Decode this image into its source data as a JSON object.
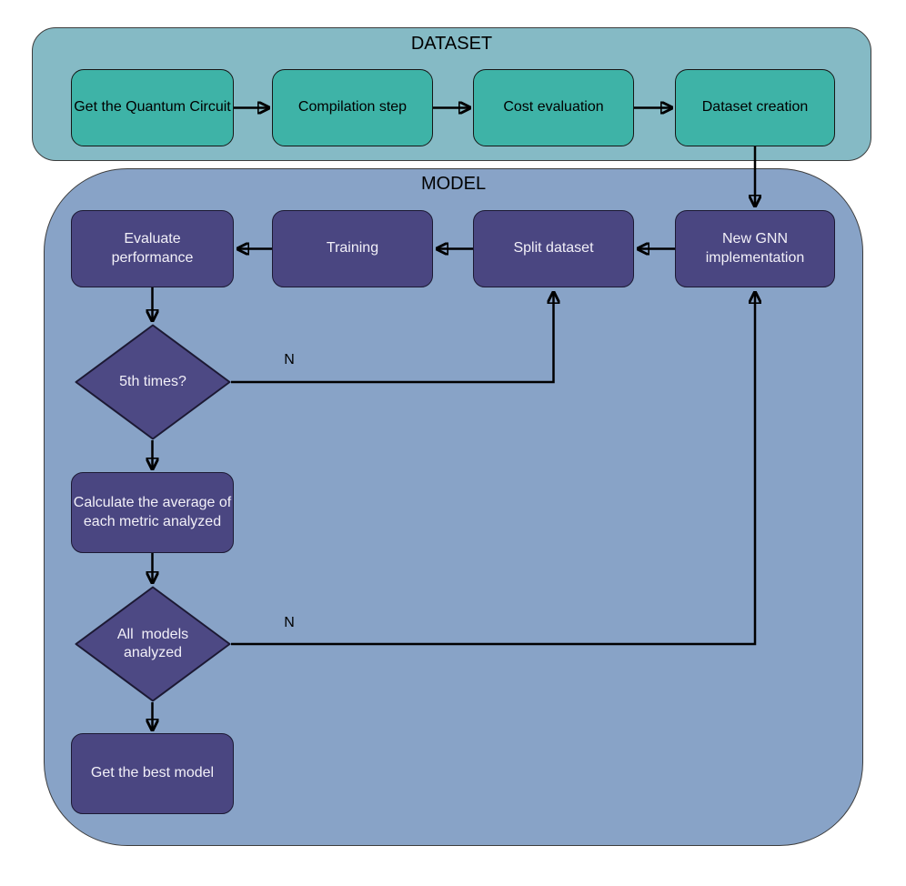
{
  "colors": {
    "page-bg": "#ffffff",
    "dataset-bg": "#85bac5",
    "dataset-node-fill": "#3eb3a7",
    "model-bg": "#88a3c7",
    "model-node-fill": "#4a4681",
    "diamond-fill": "#4d4984",
    "node-border": "#161616",
    "container-border": "#3d3d3d",
    "arrow-color": "#000000",
    "dark-text": "#000000",
    "light-text": "#f2f0f8"
  },
  "dataset": {
    "title": "DATASET",
    "nodes": [
      {
        "label": "Get the Quantum Circuit"
      },
      {
        "label": "Compilation step"
      },
      {
        "label": "Cost evaluation"
      },
      {
        "label": "Dataset creation"
      }
    ]
  },
  "model": {
    "title": "MODEL",
    "nodes": [
      {
        "label": "Evaluate performance"
      },
      {
        "label": "Training"
      },
      {
        "label": "Split dataset"
      },
      {
        "label": "New GNN implementation"
      },
      {
        "label": "Calculate the average of each metric analyzed"
      },
      {
        "label": "Get the best model"
      }
    ],
    "decisions": [
      {
        "label": "5th times?",
        "branch_label": "N"
      },
      {
        "label": "All  models analyzed",
        "branch_label": "N"
      }
    ]
  }
}
